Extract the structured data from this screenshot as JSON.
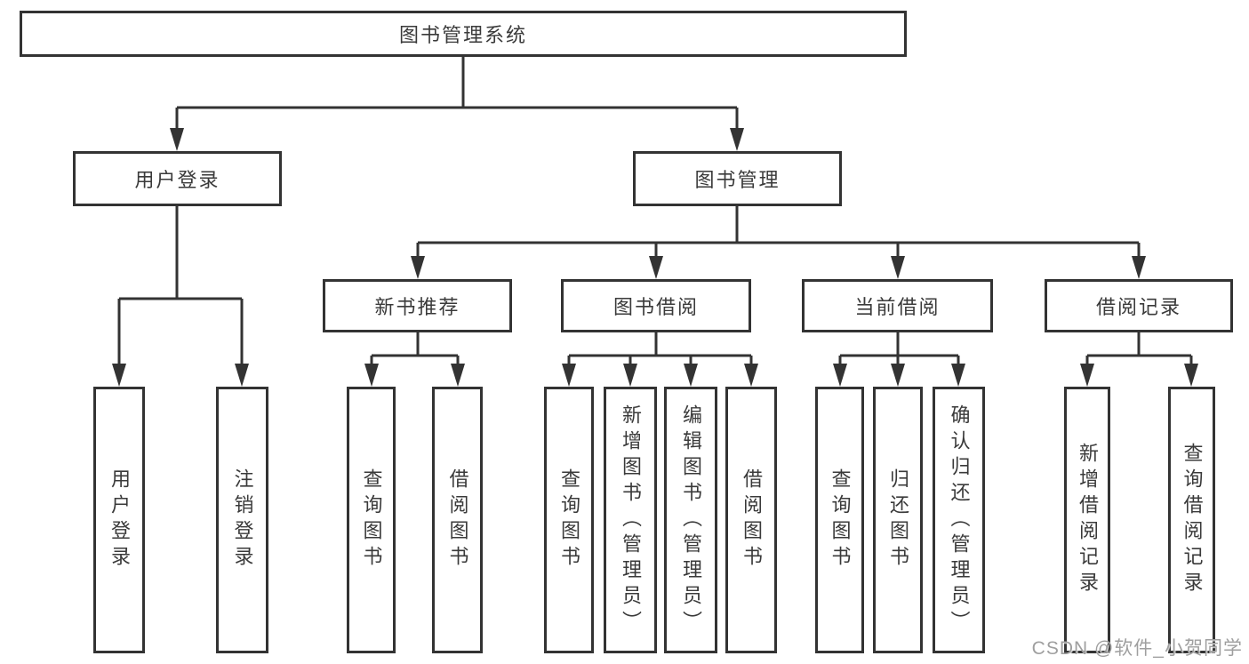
{
  "colors": {
    "line": "#333333",
    "text": "#3a3a3a",
    "box-bg": "#ffffff",
    "page-bg": "#ffffff",
    "watermark": "#9f9f9f"
  },
  "diagram": {
    "root": {
      "label": "图书管理系统"
    },
    "login_branch": {
      "label": "用户登录",
      "children": [
        {
          "label": "用户登录"
        },
        {
          "label": "注销登录"
        }
      ]
    },
    "management_branch": {
      "label": "图书管理",
      "children": [
        {
          "label": "新书推荐",
          "children": [
            {
              "label": "查询图书"
            },
            {
              "label": "借阅图书"
            }
          ]
        },
        {
          "label": "图书借阅",
          "children": [
            {
              "label": "查询图书"
            },
            {
              "label": "新增图书（管理员）"
            },
            {
              "label": "编辑图书（管理员）"
            },
            {
              "label": "借阅图书"
            }
          ]
        },
        {
          "label": "当前借阅",
          "children": [
            {
              "label": "查询图书"
            },
            {
              "label": "归还图书"
            },
            {
              "label": "确认归还（管理员）"
            }
          ]
        },
        {
          "label": "借阅记录",
          "children": [
            {
              "label": "新增借阅记录"
            },
            {
              "label": "查询借阅记录"
            }
          ]
        }
      ]
    }
  },
  "watermark": {
    "text": "CSDN @软件_小贺同学"
  }
}
